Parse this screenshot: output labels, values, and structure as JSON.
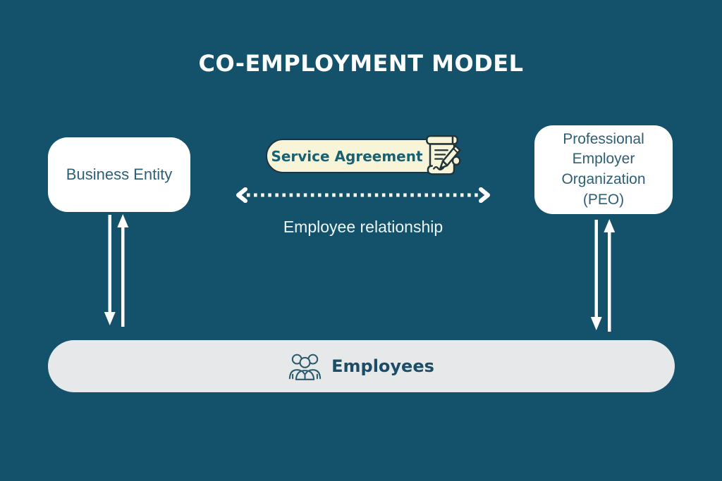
{
  "title": "CO-EMPLOYMENT MODEL",
  "entities": {
    "business": {
      "label": "Business Entity"
    },
    "peo": {
      "label": "Professional Employer Organization (PEO)"
    },
    "employees": {
      "label": "Employees",
      "icon": "people-group-icon"
    }
  },
  "connections": {
    "service_agreement": {
      "label": "Service Agreement",
      "icon": "contract-signing-icon",
      "style": "dotted-double-headed-arrow"
    },
    "employee_relationship": {
      "label": "Employee relationship",
      "style": "solid-double-vertical-arrows"
    }
  },
  "colors": {
    "background": "#14526B",
    "card_fill": "#FFFFFF",
    "card_text": "#2E5F75",
    "pill_fill": "#F8F4D7",
    "pill_border": "#22333C",
    "pill_text": "#1A6073",
    "bar_fill": "#E6E8E9",
    "bar_text": "#1C4D66",
    "arrow": "#FFFFFF",
    "title_text": "#FDFFFF",
    "relationship_text": "#EDF6F6",
    "icon_stroke": "#20343D"
  }
}
